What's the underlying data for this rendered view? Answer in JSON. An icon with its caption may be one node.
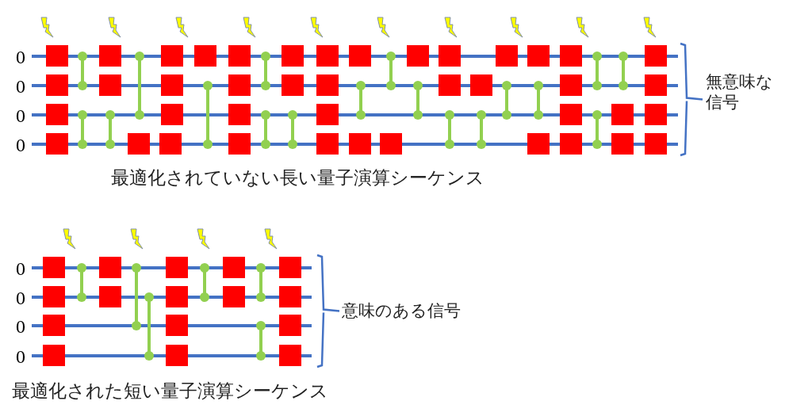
{
  "diagram": {
    "labels": [
      "0",
      "0",
      "0",
      "0",
      "無意味な信号",
      "最適化されていない長い量子演算シーケンス",
      "0",
      "0",
      "0",
      "0",
      "意味のある信号",
      "最適化された短い量子演算シーケンス"
    ]
  }
}
